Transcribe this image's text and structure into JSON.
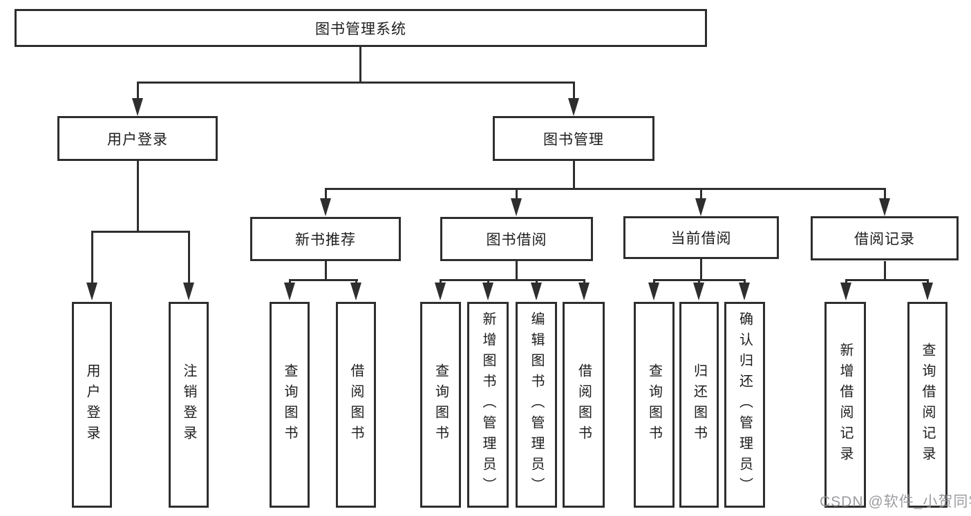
{
  "root": {
    "label": "图书管理系统"
  },
  "branches": {
    "user_login": {
      "label": "用户登录",
      "children": [
        {
          "label": "用户登录"
        },
        {
          "label": "注销登录"
        }
      ]
    },
    "book_mgmt": {
      "label": "图书管理",
      "sections": [
        {
          "label": "新书推荐",
          "children": [
            {
              "label": "查询图书"
            },
            {
              "label": "借阅图书"
            }
          ]
        },
        {
          "label": "图书借阅",
          "children": [
            {
              "label": "查询图书"
            },
            {
              "label": "新增图书（管理员）"
            },
            {
              "label": "编辑图书（管理员）"
            },
            {
              "label": "借阅图书"
            }
          ]
        },
        {
          "label": "当前借阅",
          "children": [
            {
              "label": "查询图书"
            },
            {
              "label": "归还图书"
            },
            {
              "label": "确认归还（管理员）"
            }
          ]
        },
        {
          "label": "借阅记录",
          "children": [
            {
              "label": "新增借阅记录"
            },
            {
              "label": "查询借阅记录"
            }
          ]
        }
      ]
    }
  },
  "watermark": {
    "text": "CSDN @软件_小贺同学"
  },
  "colors": {
    "line": "#2e2e2e",
    "text": "#1d1d1f",
    "watermark": "#949498",
    "background": "#ffffff"
  }
}
